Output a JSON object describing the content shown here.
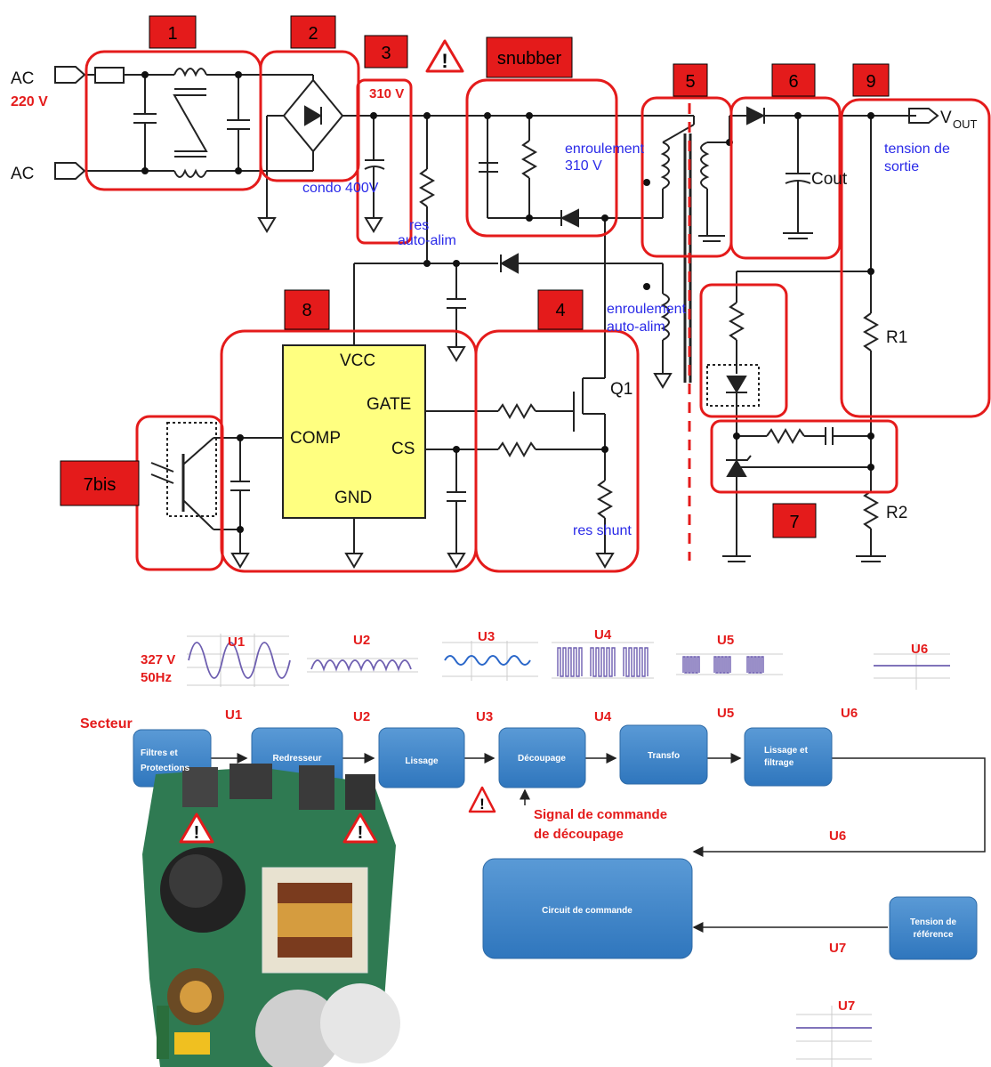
{
  "schematic": {
    "ac_top": "AC",
    "ac_voltage": "220 V",
    "ac_bottom": "AC",
    "tags": [
      "1",
      "2",
      "3",
      "snubber",
      "5",
      "6",
      "9",
      "8",
      "4",
      "7bis",
      "7"
    ],
    "v310": "310 V",
    "condo": "condo 400V",
    "res_auto": [
      "res",
      "auto-alim"
    ],
    "enroulement_310": [
      "enroulement",
      "310 V"
    ],
    "enroulement_auto": [
      "enroulement",
      "auto-alim"
    ],
    "cout": "Cout",
    "vout": "V",
    "vout_sub": "OUT",
    "tension_sortie": [
      "tension de",
      "sortie"
    ],
    "ic_vcc": "VCC",
    "ic_gate": "GATE",
    "ic_comp": "COMP",
    "ic_cs": "CS",
    "ic_gnd": "GND",
    "q1": "Q1",
    "res_shunt": "res shunt",
    "r1": "R1",
    "r2": "R2"
  },
  "waveforms": {
    "u1": "U1",
    "u2": "U2",
    "u3": "U3",
    "u4": "U4",
    "u5": "U5",
    "u6": "U6",
    "u7": "U7",
    "peak": "327 V",
    "freq": "50Hz"
  },
  "block_diagram": {
    "secteur": "Secteur",
    "blocks": {
      "filtres": [
        "Filtres et",
        "Protections"
      ],
      "redresseur": "Redresseur",
      "lissage": "Lissage",
      "decoupage": "Découpage",
      "transfo": "Transfo",
      "lissage_filtrage": [
        "Lissage et",
        "filtrage"
      ],
      "commande": "Circuit de commande",
      "reference": [
        "Tension de",
        "référence"
      ]
    },
    "signals": {
      "u1": "U1",
      "u2": "U2",
      "u3": "U3",
      "u4": "U4",
      "u5": "U5",
      "u6": "U6",
      "u6_fb": "U6",
      "u7_fb": "U7"
    },
    "signal_commande": [
      "Signal de commande",
      "de découpage"
    ]
  },
  "colors": {
    "red": "#e41b1b",
    "blue_text": "#2a2ae8",
    "block_blue": "#3f86c9",
    "ic_yellow": "#ffff80"
  }
}
